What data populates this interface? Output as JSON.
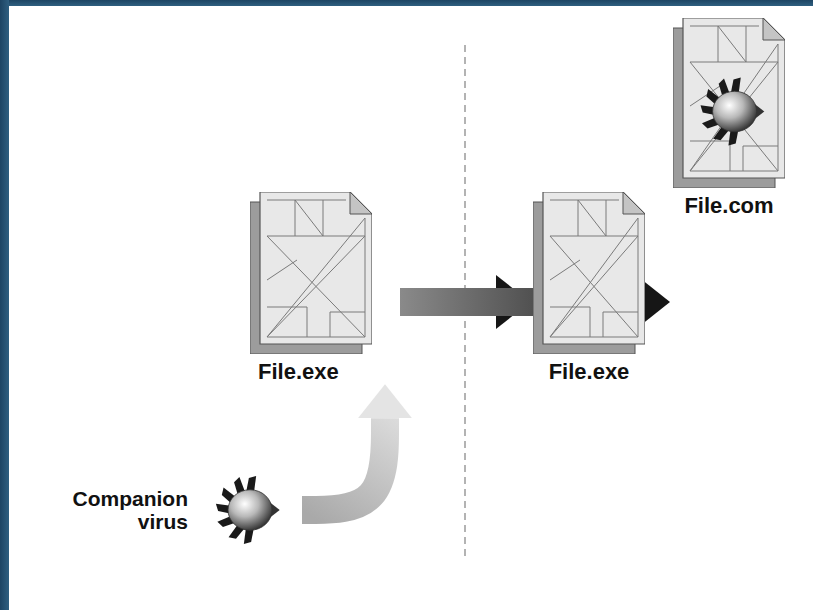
{
  "diagram": {
    "nodes": [
      {
        "text": [
          "File.exe"
        ]
      },
      {
        "text": [
          "File.exe"
        ]
      },
      {
        "text": [
          "File.com"
        ]
      },
      {
        "text": [
          "Companion virus"
        ]
      }
    ],
    "edges": [
      {
        "from": 3,
        "to": 0,
        "arrow": "to"
      },
      {
        "from": 0,
        "to": 1,
        "arrow": "to"
      },
      {
        "from": 0,
        "to": 2,
        "arrow": "to"
      }
    ]
  }
}
